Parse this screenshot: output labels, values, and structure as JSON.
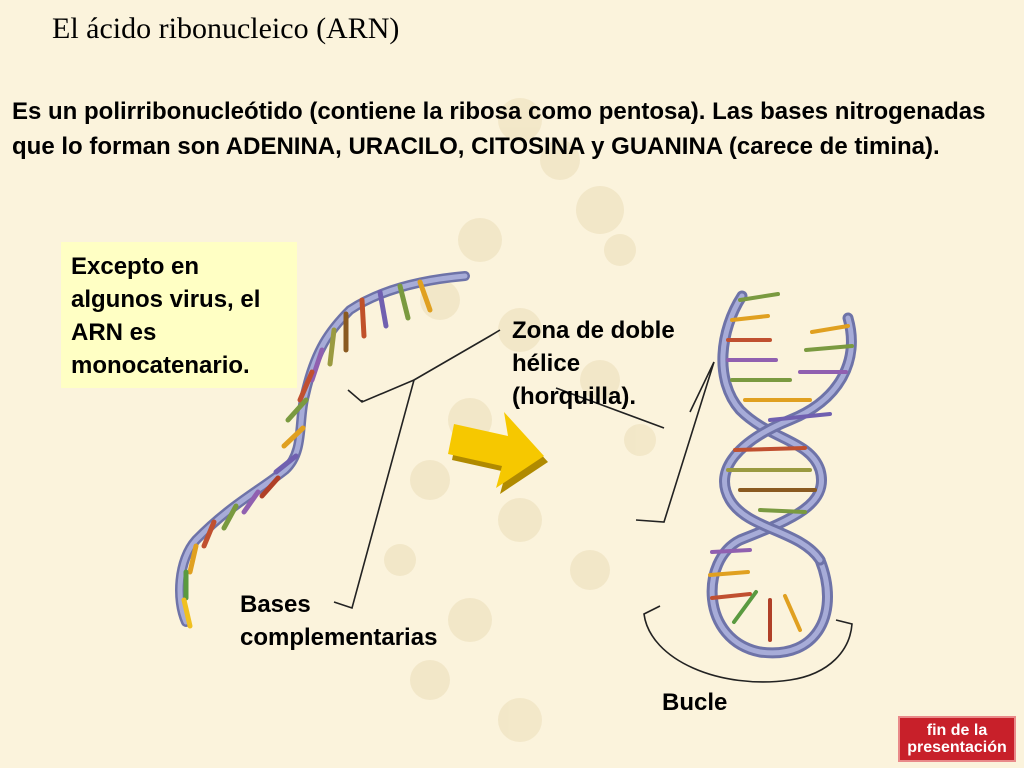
{
  "slide": {
    "title": "El ácido ribonucleico (ARN)",
    "intro": "Es un polirribonucleótido (contiene la ribosa como pentosa). Las bases nitrogenadas que lo forman son ADENINA, URACILO, CITOSINA y GUANINA (carece de timina).",
    "callout": "Excepto en algunos virus, el ARN es monocatenario.",
    "labels": {
      "double_helix": "Zona de doble hélice (horquilla).",
      "complementary_bases": "Bases complementarias",
      "loop": "Bucle"
    }
  },
  "nav": {
    "end_button_line1": "fin de la",
    "end_button_line2": "presentación"
  },
  "colors": {
    "background": "#fbf3dc",
    "callout": "#ffffc4",
    "strand": "#8f95c9",
    "arrow": "#f6c800",
    "end_button": "#c8202a"
  },
  "icons": {
    "arrow": "right-arrow-icon"
  }
}
